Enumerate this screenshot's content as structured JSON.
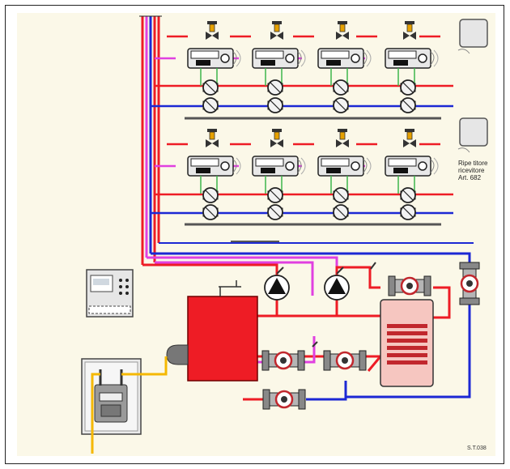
{
  "labels": {
    "repeater": [
      "Ripe titore",
      "ricevitore",
      "Art. 682"
    ],
    "code": "S.T.038"
  },
  "colors": {
    "hot": "#ee1c25",
    "cold": "#1c28d4",
    "recirc": "#e040e0",
    "gas": "#f5b800",
    "paper": "#fbf8e8",
    "coil": "#c1272d"
  }
}
